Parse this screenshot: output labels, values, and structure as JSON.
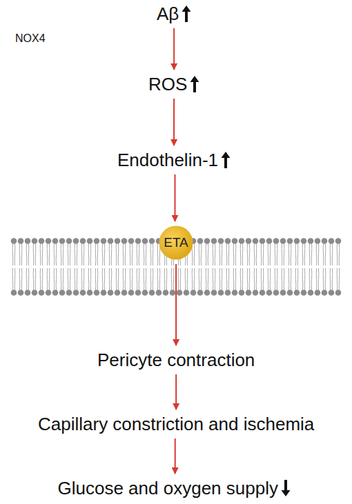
{
  "diagram": {
    "nodes": [
      {
        "text": [
          "Aβ"
        ]
      },
      {
        "text": [
          "ROS"
        ]
      },
      {
        "text": [
          "Endothelin-1"
        ]
      },
      {
        "text": [
          "ETA"
        ]
      },
      {
        "text": [
          "Pericyte contraction"
        ]
      },
      {
        "text": [
          "Capillary constriction and ischemia"
        ]
      },
      {
        "text": [
          "Glucose and oxygen supply"
        ]
      }
    ],
    "edges": [
      {
        "from": 0,
        "to": 1,
        "label": "NOX4",
        "arrow": "to"
      },
      {
        "from": 1,
        "to": 2,
        "arrow": "to"
      },
      {
        "from": 2,
        "to": 3,
        "arrow": "to"
      },
      {
        "from": 3,
        "to": 4,
        "arrow": "to"
      },
      {
        "from": 4,
        "to": 5,
        "arrow": "to"
      },
      {
        "from": 5,
        "to": 6,
        "arrow": "to"
      }
    ]
  }
}
